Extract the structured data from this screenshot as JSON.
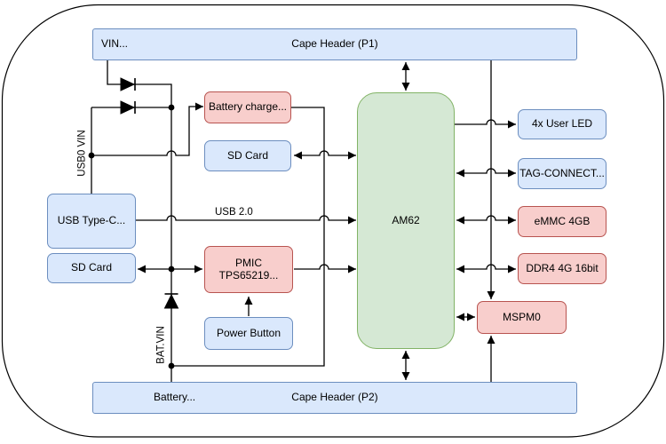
{
  "nodes": {
    "cape_header_p1": {
      "label": "Cape Header (P1)",
      "corner_label": "VIN..."
    },
    "battery_charger": {
      "label": "Battery charge..."
    },
    "sd_card_boot": {
      "label": "SD Card"
    },
    "usb_type_c": {
      "label": "USB Type-C..."
    },
    "sd_card_left": {
      "label": "SD Card"
    },
    "pmic": {
      "label": "PMIC TPS65219..."
    },
    "power_button": {
      "label": "Power Button"
    },
    "am62": {
      "label": "AM62"
    },
    "user_led": {
      "label": "4x User LED"
    },
    "tag_connect": {
      "label": "TAG-CONNECT..."
    },
    "emmc": {
      "label": "eMMC 4GB"
    },
    "ddr4": {
      "label": "DDR4 4G 16bit"
    },
    "mspm0": {
      "label": "MSPM0"
    },
    "cape_header_p2": {
      "label": "Cape Header (P2)",
      "corner_label": "Battery..."
    }
  },
  "wire_labels": {
    "usb0_vin": "USB0 VIN",
    "bat_vin": "BAT.VIN",
    "usb2": "USB 2.0"
  },
  "colors": {
    "blue_fill": "#dae8fc",
    "blue_stroke": "#6c8ebf",
    "red_fill": "#f8cecc",
    "red_stroke": "#b85450",
    "green_fill": "#d5e8d4",
    "green_stroke": "#82b366",
    "line_color": "#000000",
    "text_color": "#000000"
  }
}
